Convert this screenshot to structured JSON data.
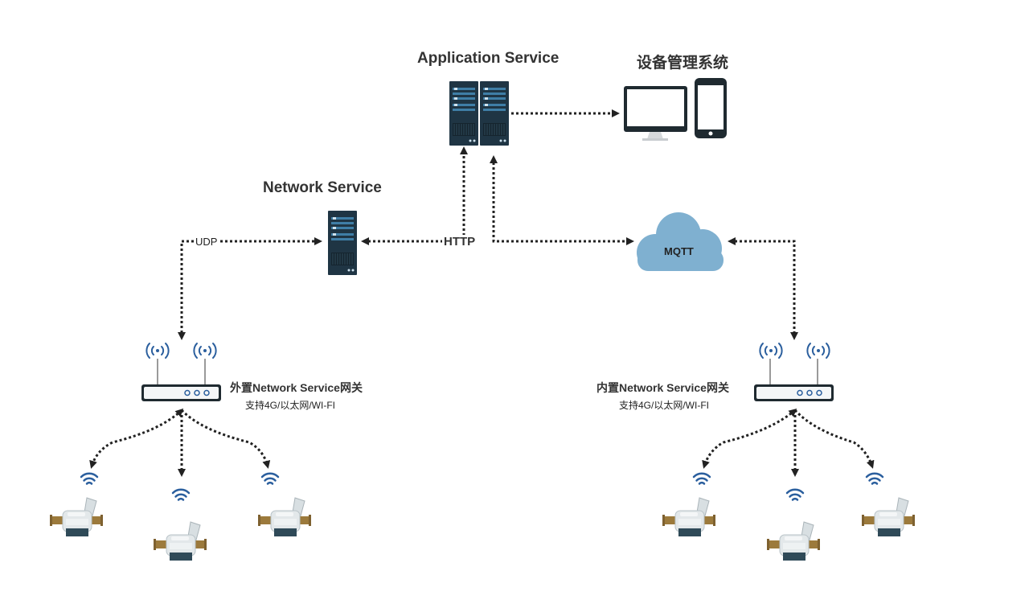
{
  "labels": {
    "application_service": "Application  Service",
    "device_management": "设备管理系统",
    "network_service": "Network Service",
    "udp": "UDP",
    "http": "HTTP",
    "mqtt": "MQTT",
    "gateway_external": "外置Network Service网关",
    "gateway_external_sub": "支持4G/以太网/WI-FI",
    "gateway_internal": "内置Network Service网关",
    "gateway_internal_sub": "支持4G/以太网/WI-FI"
  },
  "colors": {
    "server_body": "#1f3544",
    "server_stripe": "#3f7ea6",
    "cloud": "#7fb0d0",
    "signal": "#2b5f9e",
    "line": "#222222",
    "meter_body": "#dfe4e6",
    "meter_brass": "#9c7a3c"
  },
  "icons": {
    "app_server": "server-rack-icon",
    "net_server": "server-icon",
    "monitor": "monitor-icon",
    "phone": "smartphone-icon",
    "cloud": "cloud-icon",
    "gateway": "router-icon",
    "meter": "water-meter-icon",
    "wifi": "wireless-signal-icon"
  }
}
